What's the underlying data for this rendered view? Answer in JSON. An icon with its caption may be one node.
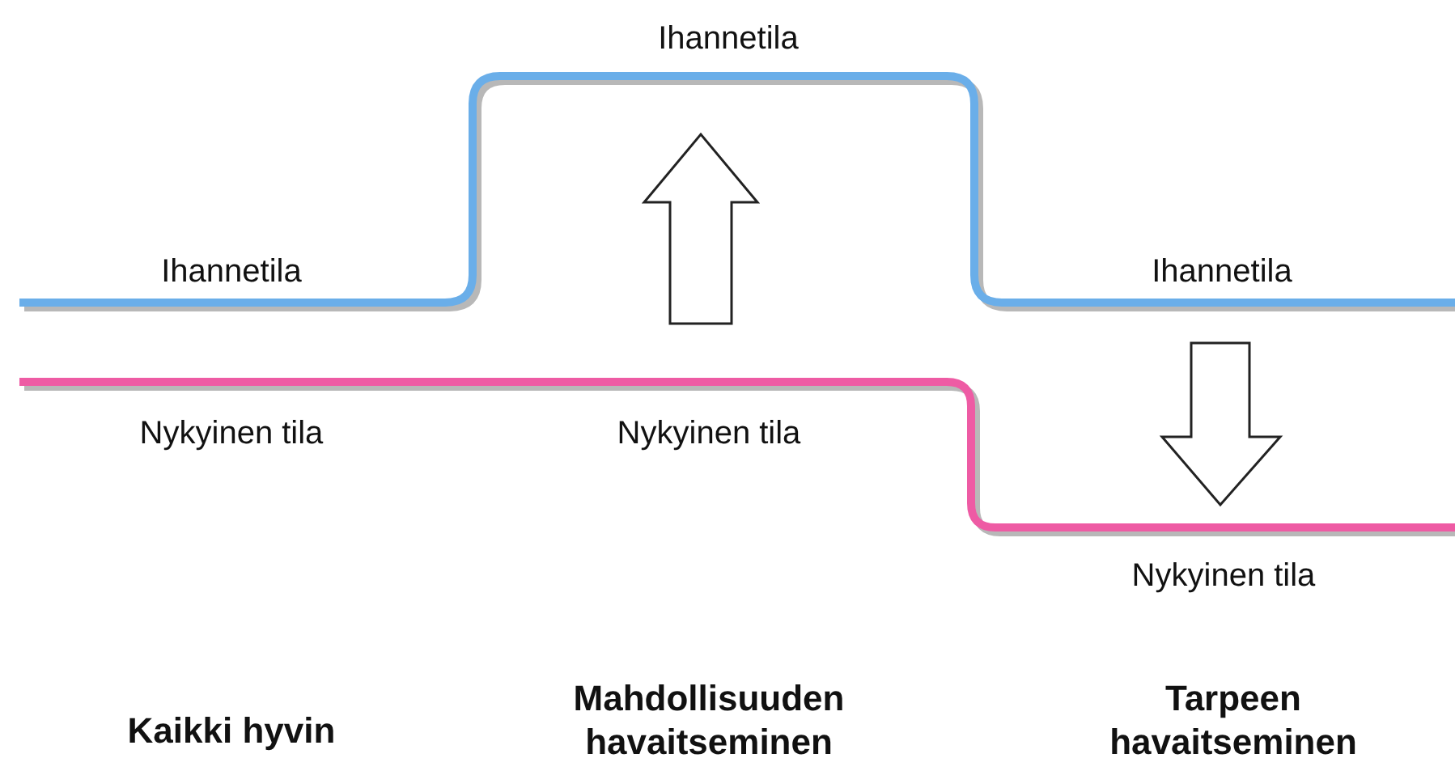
{
  "diagram": {
    "labels": [
      "Ihannetila",
      "Ihannetila",
      "Ihannetila",
      "Nykyinen tila",
      "Nykyinen tila",
      "Nykyinen tila",
      "Kaikki hyvin",
      "Mahdollisuuden havaitseminen",
      "Tarpeen havaitseminen"
    ]
  }
}
